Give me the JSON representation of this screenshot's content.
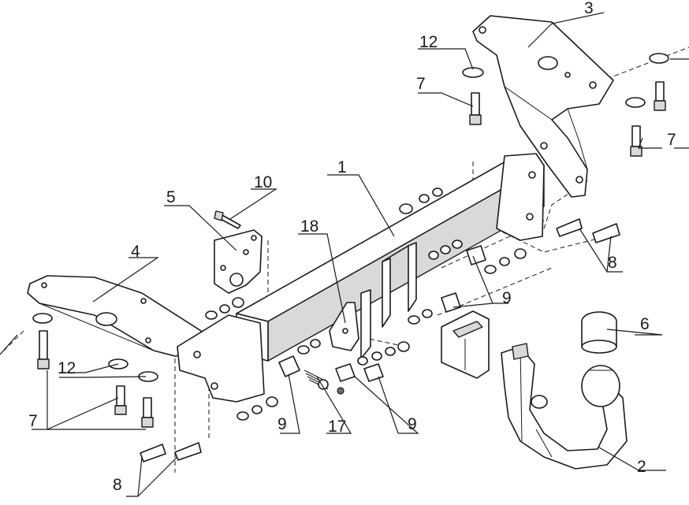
{
  "diagram": {
    "callouts": [
      {
        "id": "1",
        "label": "1"
      },
      {
        "id": "2",
        "label": "2"
      },
      {
        "id": "3",
        "label": "3"
      },
      {
        "id": "4",
        "label": "4"
      },
      {
        "id": "5",
        "label": "5"
      },
      {
        "id": "6",
        "label": "6"
      },
      {
        "id": "7a",
        "label": "7"
      },
      {
        "id": "7b",
        "label": "7"
      },
      {
        "id": "7c",
        "label": "7"
      },
      {
        "id": "8a",
        "label": "8"
      },
      {
        "id": "8b",
        "label": "8"
      },
      {
        "id": "9a",
        "label": "9"
      },
      {
        "id": "9b",
        "label": "9"
      },
      {
        "id": "9c",
        "label": "9"
      },
      {
        "id": "10",
        "label": "10"
      },
      {
        "id": "12a",
        "label": "12"
      },
      {
        "id": "12b",
        "label": "12"
      },
      {
        "id": "17",
        "label": "17"
      },
      {
        "id": "18",
        "label": "18"
      }
    ]
  }
}
